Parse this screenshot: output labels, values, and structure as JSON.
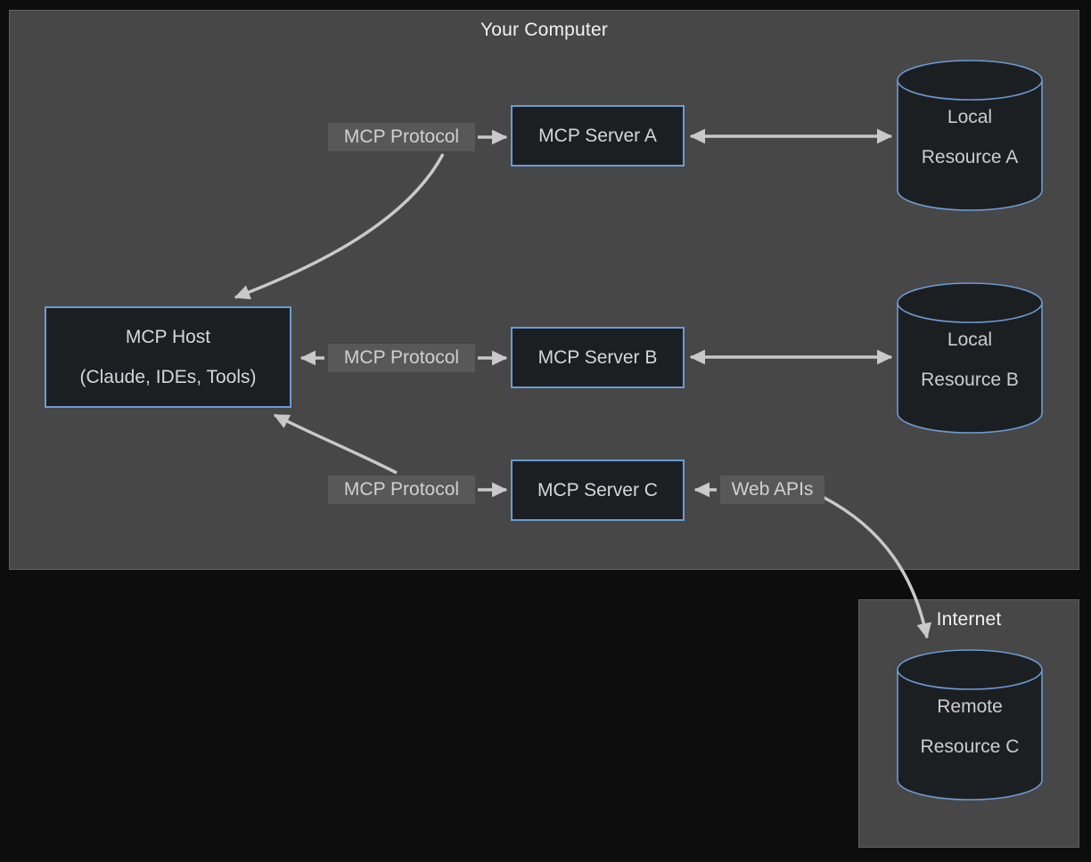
{
  "colors": {
    "page_bg": "#0d0d0d",
    "container_bg": "#474747",
    "container_border": "#5f5f5f",
    "node_bg": "#1c1f22",
    "node_border_blue": "#6b9bd2",
    "node_text": "#d6d6d6",
    "arrow": "#c9c9c9",
    "edge_label_bg": "#585858",
    "edge_label_text": "#d0d0d0",
    "title_text": "#f2f2f2"
  },
  "containers": {
    "your_computer": {
      "label": "Your Computer"
    },
    "internet": {
      "label": "Internet"
    }
  },
  "nodes": {
    "mcp_host": {
      "line1": "MCP Host",
      "line2": "(Claude, IDEs, Tools)"
    },
    "mcp_server_a": {
      "label": "MCP Server A"
    },
    "mcp_server_b": {
      "label": "MCP Server B"
    },
    "mcp_server_c": {
      "label": "MCP Server C"
    },
    "local_resource_a": {
      "line1": "Local",
      "line2": "Resource A"
    },
    "local_resource_b": {
      "line1": "Local",
      "line2": "Resource B"
    },
    "remote_resource_c": {
      "line1": "Remote",
      "line2": "Resource C"
    }
  },
  "edge_labels": {
    "protocol_a": {
      "label": "MCP Protocol"
    },
    "protocol_b": {
      "label": "MCP Protocol"
    },
    "protocol_c": {
      "label": "MCP Protocol"
    },
    "web_apis": {
      "label": "Web APIs"
    }
  }
}
